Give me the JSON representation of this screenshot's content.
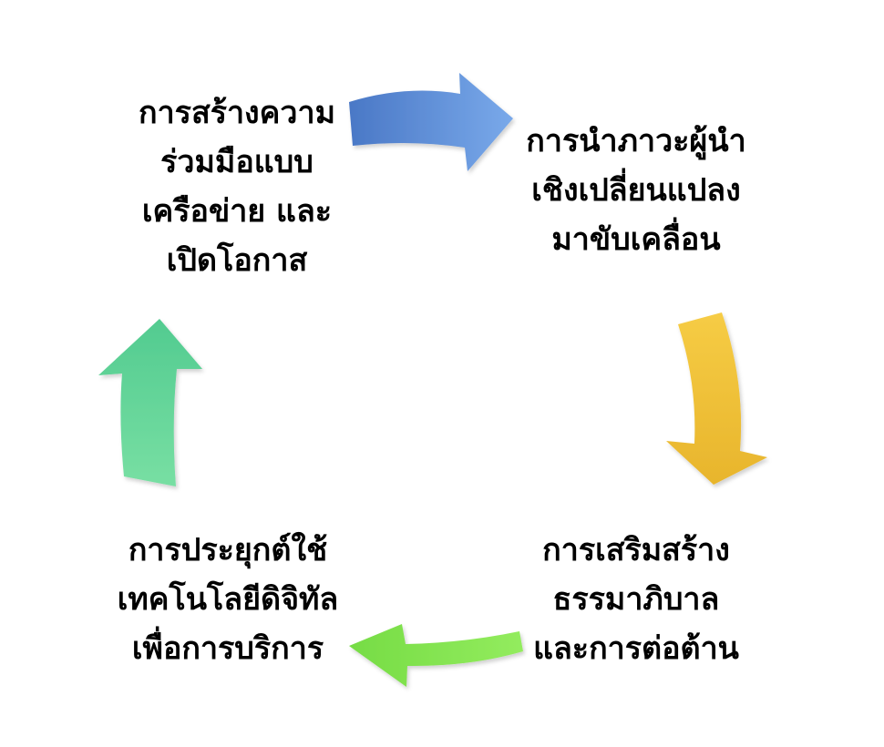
{
  "diagram": {
    "nodes": [
      {
        "id": "top-left",
        "lines": [
          "การสร้างความ",
          "ร่วมมือแบบ",
          "เครือข่าย และ",
          "เปิดโอกาส"
        ]
      },
      {
        "id": "top-right",
        "lines": [
          "การนำภาวะผู้นำ",
          "เชิงเปลี่ยนแปลง",
          "มาขับเคลื่อน"
        ]
      },
      {
        "id": "bottom-right",
        "lines": [
          "การเสริมสร้าง",
          "ธรรมาภิบาล",
          "และการต่อต้าน"
        ]
      },
      {
        "id": "bottom-left",
        "lines": [
          "การประยุกต์ใช้",
          "เทคโนโลยีดิจิทัล",
          "เพื่อการบริการ"
        ]
      }
    ],
    "arrow_colors": {
      "top": "#5b8fd6",
      "right": "#f2c03a",
      "bottom": "#7fe04e",
      "left": "#5fd39a"
    }
  }
}
